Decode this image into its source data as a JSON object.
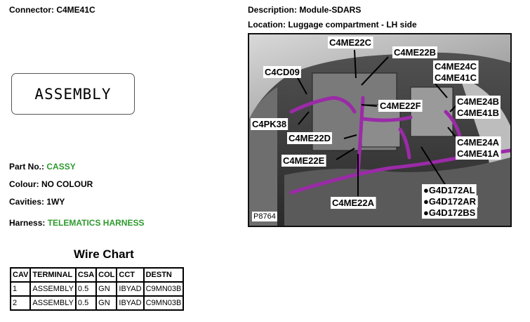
{
  "header": {
    "connector": "Connector: C4ME41C",
    "description": "Description: Module-SDARS",
    "location": "Location: Luggage compartment - LH side"
  },
  "assembly_label": "ASSEMBLY",
  "details": {
    "part_no_key": "Part No.:",
    "part_no_val": "CASSY",
    "colour_key": "Colour:",
    "colour_val": "NO COLOUR",
    "cavities_key": "Cavities:",
    "cavities_val": "1WY",
    "harness_key": "Harness:",
    "harness_val": "TELEMATICS HARNESS"
  },
  "wire_chart": {
    "title": "Wire Chart",
    "columns": [
      "CAV",
      "TERMINAL",
      "CSA",
      "COL",
      "CCT",
      "DESTN"
    ],
    "rows": [
      [
        "1",
        "ASSEMBLY",
        "0.5",
        "GN",
        "IBYAD",
        "C9MN03B"
      ],
      [
        "2",
        "ASSEMBLY",
        "0.5",
        "GN",
        "IBYAD",
        "C9MN03B"
      ]
    ]
  },
  "photo": {
    "ref": "P8764",
    "callouts": {
      "c4me22c": "C4ME22C",
      "c4me22b": "C4ME22B",
      "c4cd09": "C4CD09",
      "c4me24c": "C4ME24C",
      "c4me41c": "C4ME41C",
      "c4me22f": "C4ME22F",
      "c4me24b": "C4ME24B",
      "c4me41b": "C4ME41B",
      "c4pk38": "C4PK38",
      "c4me22d": "C4ME22D",
      "c4me24a": "C4ME24A",
      "c4me41a": "C4ME41A",
      "c4me22e": "C4ME22E",
      "g4d172al": "●G4D172AL",
      "g4d172ar": "●G4D172AR",
      "g4d172bs": "●G4D172BS",
      "c4me22a": "C4ME22A"
    }
  },
  "colors": {
    "accent_green": "#2e9a2e",
    "harness_purple": "#9b2aa8"
  }
}
